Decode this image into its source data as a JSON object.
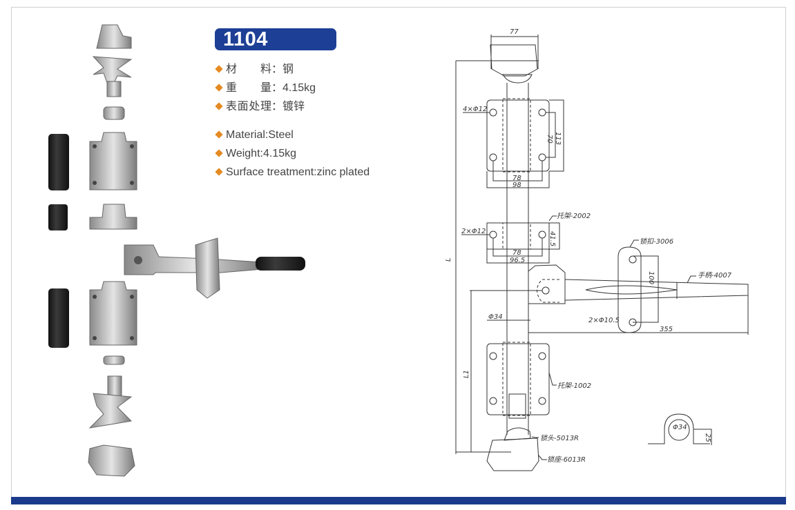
{
  "model": "1104",
  "specs_cn": [
    {
      "label": "材 料",
      "value": "钢"
    },
    {
      "label": "重 量",
      "value": "4.15kg"
    },
    {
      "label": "表面处理",
      "value": "镀锌"
    }
  ],
  "specs_en": [
    {
      "label": "Material",
      "value": "Steel"
    },
    {
      "label": "Weight",
      "value": "4.15kg"
    },
    {
      "label": "Surface treatment",
      "value": "zinc plated"
    }
  ],
  "drawing": {
    "dim_top_width": "77",
    "holes_4": "4×Φ12",
    "dim_70": "70",
    "dim_113": "113",
    "dim_78a": "78",
    "dim_98": "98",
    "bracket_2002": "托架-2002",
    "holes_2": "2×Φ12",
    "dim_41_5": "41.5",
    "dim_78b": "78",
    "dim_96_5": "96.5",
    "lock_3006": "锁扣-3006",
    "dim_100": "100",
    "handle_4007": "手柄-4007",
    "dim_L": "L",
    "dim_phi34": "Φ34",
    "holes_2_10_5": "2×Φ10.5",
    "dim_355": "355",
    "dim_L1": "L1",
    "bracket_1002": "托架-1002",
    "cam_5013R": "锁头-5013R",
    "keeper_6013R": "锁座-6013R",
    "clamp_phi34": "Φ34",
    "clamp_25": "25"
  },
  "colors": {
    "accent": "#1d3f95",
    "bullet": "#e58a22",
    "bar": "#1b3a8c"
  }
}
